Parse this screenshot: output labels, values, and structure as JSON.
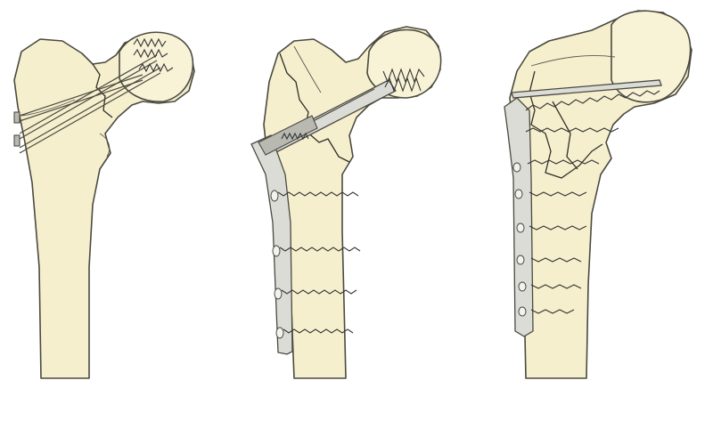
{
  "figure": {
    "panels": [
      {
        "implant": "cannulated-screws"
      },
      {
        "implant": "sliding-hip-screw"
      },
      {
        "implant": "proximal-femoral-locking-plate"
      }
    ],
    "colors": {
      "bone": "#f6efcd",
      "outline": "#4a4a40",
      "metal": "#dcdcd6",
      "background": "#ffffff"
    }
  }
}
